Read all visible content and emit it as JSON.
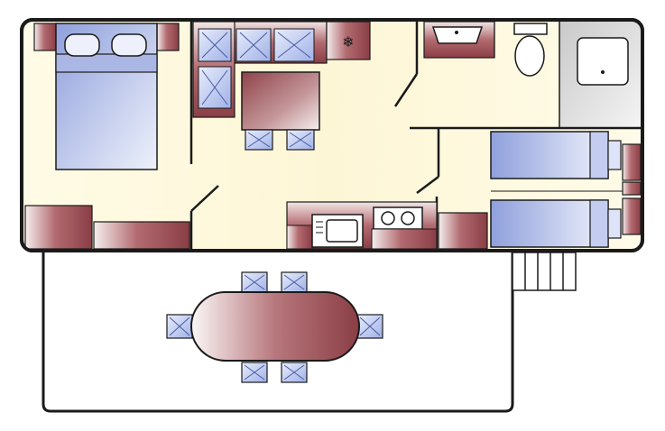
{
  "diagram": {
    "kind": "floor-plan",
    "rooms": [
      "master-bedroom",
      "living-room",
      "kitchen",
      "bathroom",
      "shower-room",
      "twin-bedroom",
      "terrace"
    ],
    "furniture": {
      "double_beds": 1,
      "single_beds": 2,
      "indoor_table_chairs": 2,
      "kitchen_cabinets": 3,
      "outdoor_table_chairs": 6
    },
    "icons": {
      "fridge": "snowflake-icon",
      "stove": "two-burner-icon",
      "sink": "sink-icon",
      "toilet": "toilet-icon",
      "shower": "shower-tray-icon"
    },
    "fridge_symbol": "❄",
    "colors": {
      "outline": "#1a1a1a",
      "floor": "#fdf6dc",
      "terrace": "#ffffff",
      "furniture": "#93434a",
      "bed": "#aab6e4",
      "tile": "#bcc8f0",
      "shower_floor": "#dedede"
    }
  }
}
